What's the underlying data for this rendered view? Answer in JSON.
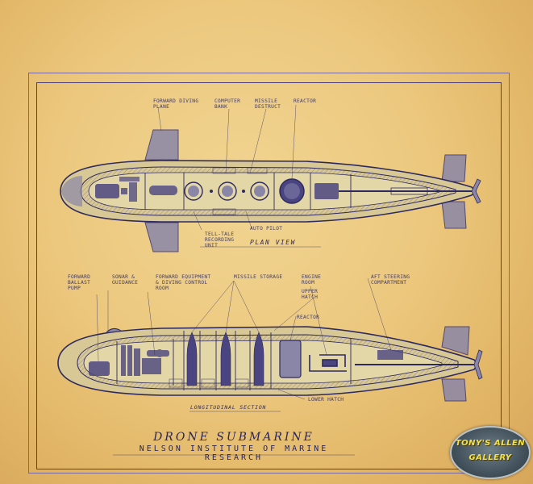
{
  "diagram": {
    "title": "DRONE SUBMARINE",
    "subtitle": "NELSON INSTITUTE OF MARINE RESEARCH",
    "plan_view_label": "PLAN VIEW",
    "section_label": "LONGITUDINAL SECTION",
    "plan_labels": {
      "forward_diving_plane": "FORWARD DIVING\nPLANE",
      "computer_bank": "COMPUTER\nBANK",
      "missile_destruct": "MISSILE\nDESTRUCT",
      "reactor": "REACTOR",
      "auto_pilot": "AUTO PILOT",
      "tell_tale": "TELL-TALE\nRECORDING\nUNIT"
    },
    "section_labels": {
      "forward_ballast_pump": "FORWARD\nBALLAST\nPUMP",
      "sonar_guidance": "SONAR &\nGUIDANCE",
      "forward_equipment": "FORWARD EQUIPMENT\n& DIVING CONTROL\nROOM",
      "missile_storage": "MISSILE STORAGE",
      "engine_room": "ENGINE\nROOM",
      "upper_hatch": "UPPER\nHATCH",
      "aft_steering": "AFT STEERING\nCOMPARTMENT",
      "reactor": "REACTOR",
      "lower_hatch": "LOWER HATCH"
    },
    "colors": {
      "ink": "#2f2a5e",
      "paper": "#ecc87e",
      "wash": "#8a86a8"
    }
  },
  "watermark": {
    "line1": "TONY'S ALLEN",
    "line2": "GALLERY"
  }
}
